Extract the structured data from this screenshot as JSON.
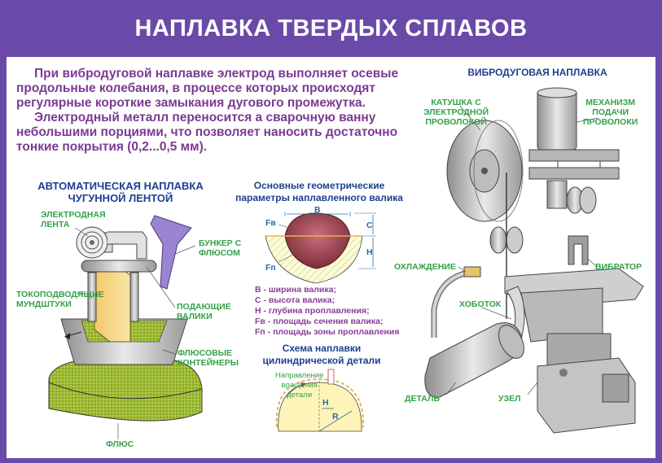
{
  "title": "НАПЛАВКА ТВЕРДЫХ СПЛАВОВ",
  "intro": {
    "p1": "При вибродуговой наплавке электрод выполняет осевые продольные колебания, в процессе которых происходят регулярные короткие замыкания дугового промежутка.",
    "p2": "Электродный металл переносится а сварочную ванну небольшими порциями, что позволяет наносить достаточно тонкие покрытия (0,2...0,5 мм)."
  },
  "auto": {
    "heading": [
      "АВТОМАТИЧЕСКАЯ НАПЛАВКА",
      "ЧУГУННОЙ ЛЕНТОЙ"
    ],
    "labels": {
      "electrode_tape": [
        "ЭЛЕКТРОДНАЯ",
        "ЛЕНТА"
      ],
      "flux_hopper": [
        "БУНКЕР С",
        "ФЛЮСОМ"
      ],
      "contact_tips": [
        "ТОКОПОДВОДЯЩИЕ",
        "МУНДШТУКИ"
      ],
      "feed_rollers": [
        "ПОДАЮЩИЕ",
        "ВАЛИКИ"
      ],
      "flux_containers": [
        "ФЛЮСОВЫЕ",
        "КОНТЕЙНЕРЫ"
      ],
      "flux": "ФЛЮС"
    }
  },
  "bead": {
    "heading": [
      "Основные геометрические",
      "параметры наплавленного валика"
    ],
    "labels": {
      "b": "B",
      "c": "C",
      "h": "H",
      "fv": "Fв",
      "fp": "Fп"
    },
    "legend": [
      "B - ширина валика;",
      "C - высота валика;",
      "H - глубина проплавления;",
      "Fв - площадь сечения валика;",
      "Fп - площадь зоны проплавления"
    ]
  },
  "cyl": {
    "heading": [
      "Схема наплавки",
      "цилиндрической детали"
    ],
    "labels": {
      "direction": [
        "Направление",
        "вращения",
        "детали"
      ],
      "h": "H",
      "r": "R"
    }
  },
  "vibro": {
    "heading": "ВИБРОДУГОВАЯ НАПЛАВКА",
    "labels": {
      "coil": [
        "КАТУШКА С",
        "ЭЛЕКТРОДНОЙ",
        "ПРОВОЛОКОЙ"
      ],
      "feed_mech": [
        "МЕХАНИЗМ",
        "ПОДАЧИ",
        "ПРОВОЛОКИ"
      ],
      "cooling": "ОХЛАЖДЕНИЕ",
      "vibrator": "ВИБРАТОР",
      "arm": "ХОБОТОК",
      "part": "ДЕТАЛЬ",
      "unit": "УЗЕЛ"
    }
  },
  "colors": {
    "header_bg": "#6a4aa8",
    "intro_text": "#7b3a93",
    "heading": "#1e3f8f",
    "label": "#33a24a",
    "legend": "#8a3d99"
  }
}
